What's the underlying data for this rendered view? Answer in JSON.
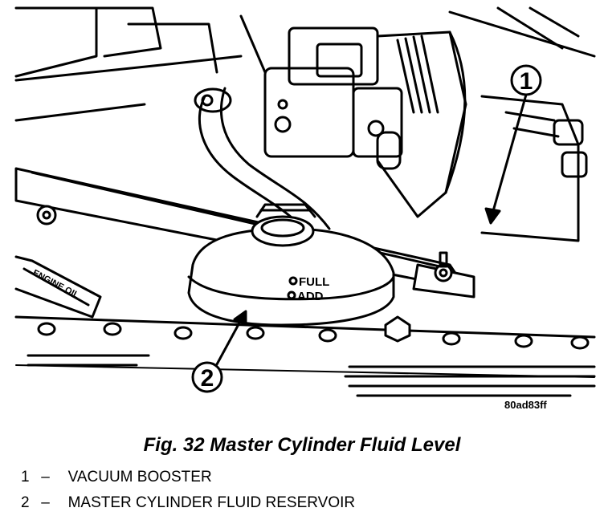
{
  "figure": {
    "id": "80ad83ff",
    "caption": "Fig. 32 Master Cylinder Fluid Level",
    "reservoir_marks": {
      "full": "FULL",
      "add": "ADD"
    },
    "engine_oil_label": "ENGINE OIL",
    "callouts": [
      "1",
      "2"
    ]
  },
  "legend": [
    {
      "number": "1",
      "dash": "–",
      "label": "VACUUM BOOSTER"
    },
    {
      "number": "2",
      "dash": "–",
      "label": "MASTER CYLINDER FLUID RESERVOIR"
    }
  ]
}
